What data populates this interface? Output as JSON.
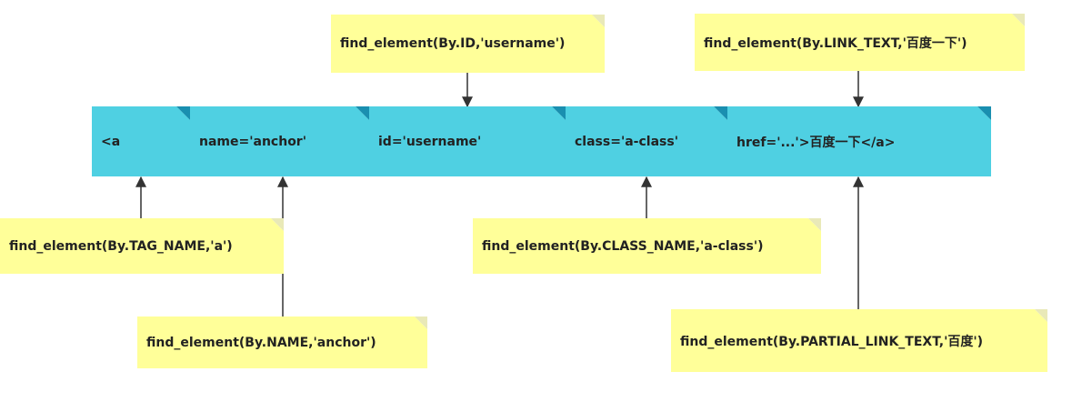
{
  "element_segments": [
    {
      "id": "tag",
      "text": "<a"
    },
    {
      "id": "name",
      "text": "name='anchor'"
    },
    {
      "id": "id",
      "text": "id='username'"
    },
    {
      "id": "class",
      "text": "class='a-class'"
    },
    {
      "id": "href",
      "text": "href='...'>百度一下</a>"
    }
  ],
  "locators": [
    {
      "id": "by-id",
      "text": "find_element(By.ID,'username')"
    },
    {
      "id": "by-link-text",
      "text": "find_element(By.LINK_TEXT,'百度一下')"
    },
    {
      "id": "by-tag-name",
      "text": "find_element(By.TAG_NAME,'a')"
    },
    {
      "id": "by-class-name",
      "text": "find_element(By.CLASS_NAME,'a-class')"
    },
    {
      "id": "by-name",
      "text": "find_element(By.NAME,'anchor')"
    },
    {
      "id": "by-partial-link-text",
      "text": "find_element(By.PARTIAL_LINK_TEXT,'百度')"
    }
  ]
}
